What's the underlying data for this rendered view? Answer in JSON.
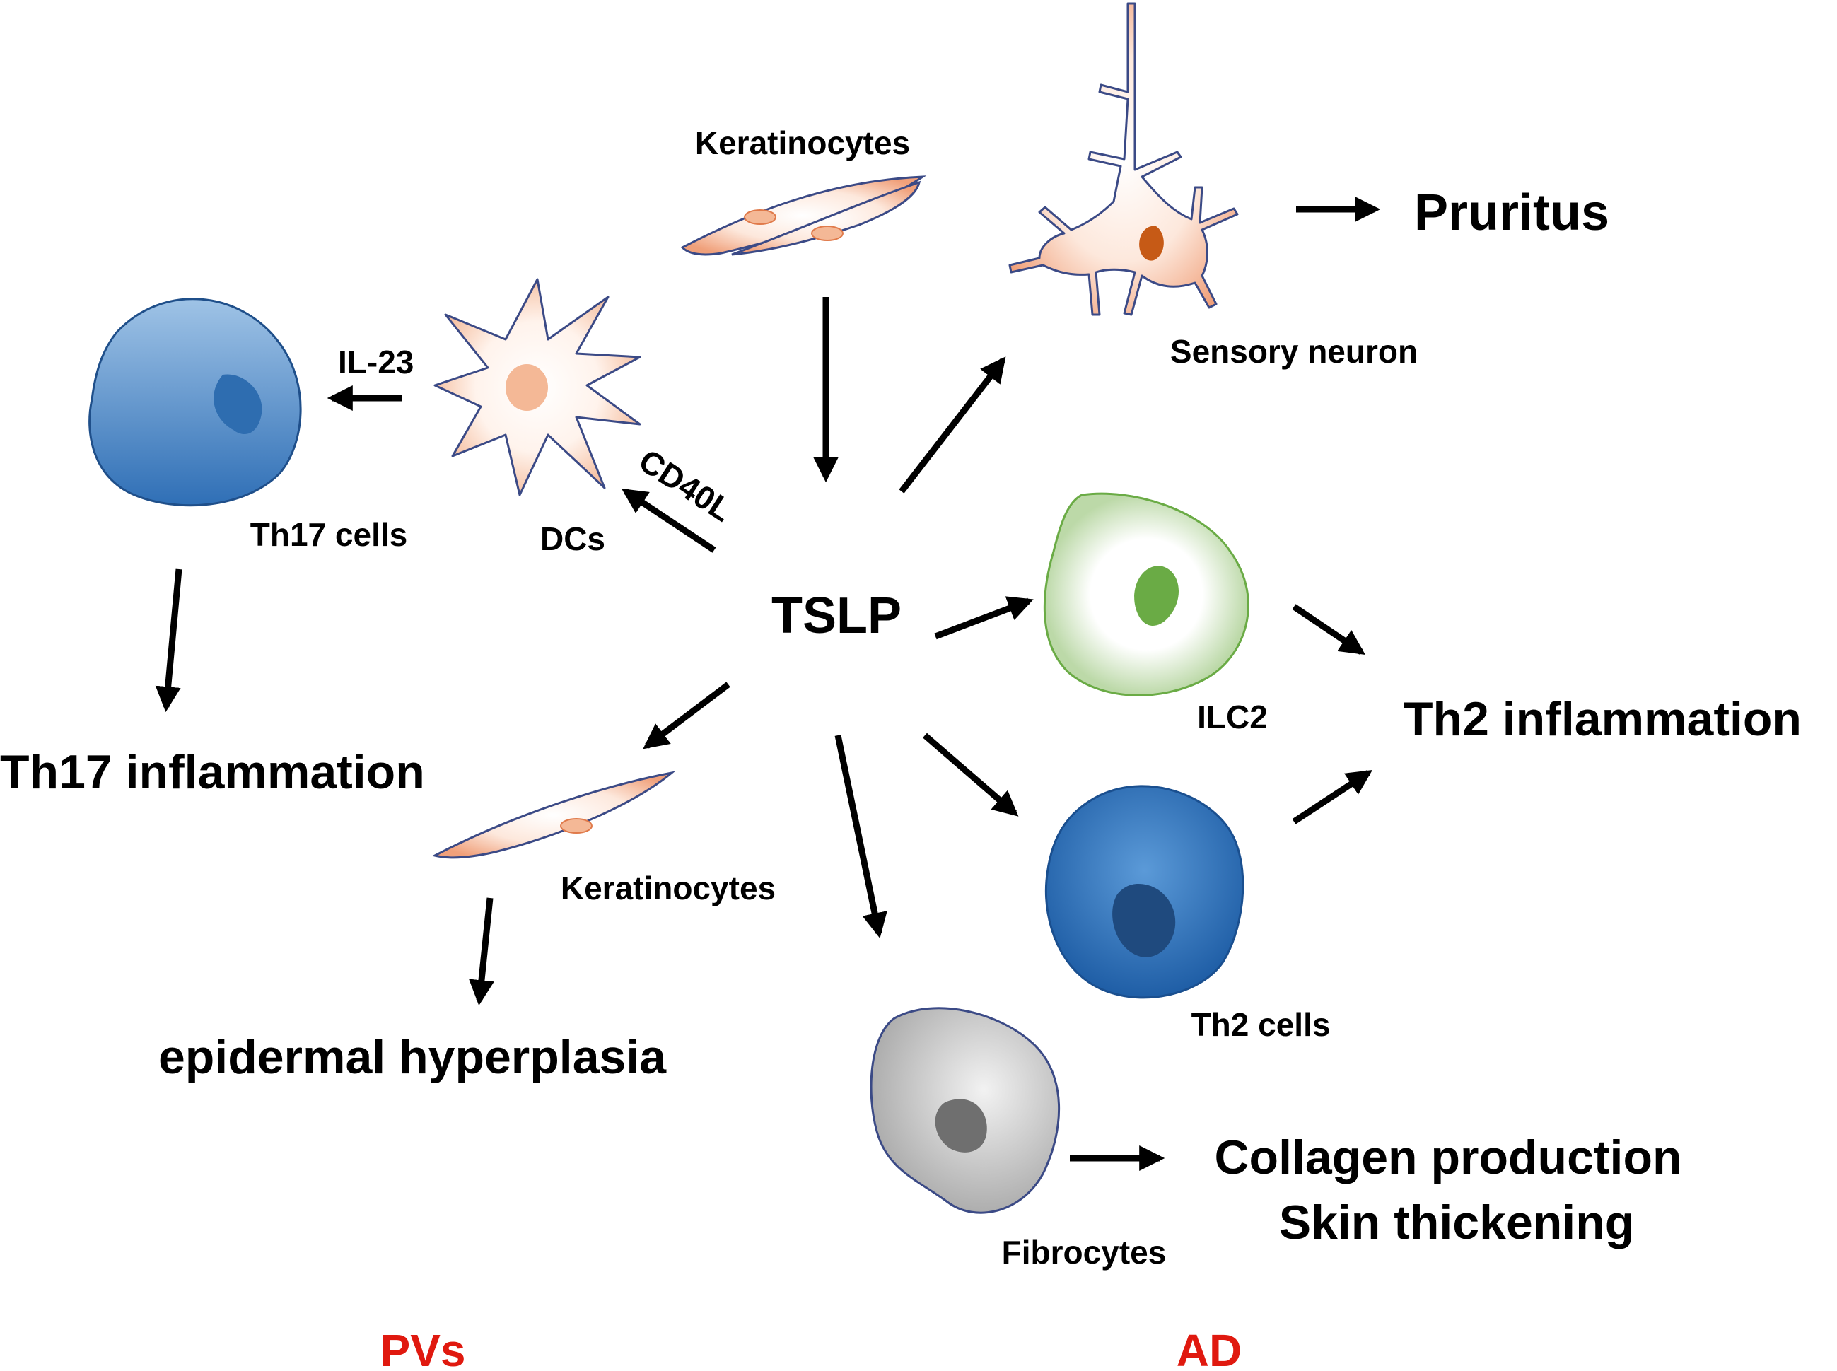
{
  "diagram": {
    "center": "TSLP",
    "labels": {
      "keratinocytes_top": "Keratinocytes",
      "sensory_neuron": "Sensory neuron",
      "pruritus": "Pruritus",
      "il23": "IL-23",
      "cd40l": "CD40L",
      "th17_cells": "Th17 cells",
      "dcs": "DCs",
      "th17_inflammation": "Th17 inflammation",
      "ilc2": "ILC2",
      "th2_inflammation": "Th2 inflammation",
      "keratinocytes_bottom": "Keratinocytes",
      "epidermal_hyperplasia": "epidermal hyperplasia",
      "th2_cells": "Th2 cells",
      "fibrocytes": "Fibrocytes",
      "collagen_production": "Collagen production",
      "skin_thickening": "Skin thickening"
    },
    "groups": {
      "left": "PVs",
      "right": "AD"
    },
    "colors": {
      "keratinocyte": "#f0a07a",
      "th17": "#4d8ccc",
      "ilc2": "#6aab45",
      "th2": "#2f6fb6",
      "fibrocyte": "#8c8c8c",
      "neuron_nucleus": "#c65a16",
      "group_label": "#e0190f"
    }
  }
}
